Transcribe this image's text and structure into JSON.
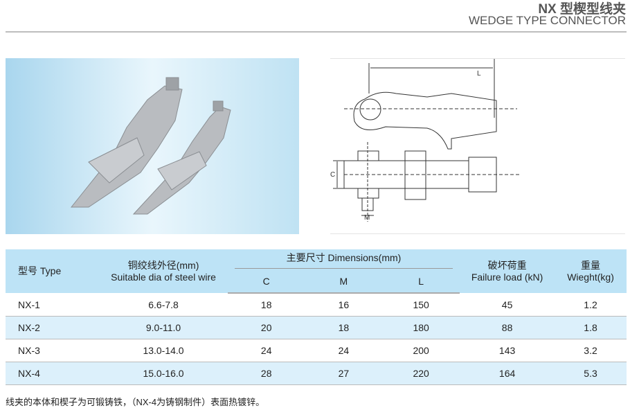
{
  "header": {
    "title_cn": "NX 型楔型线夹",
    "title_en": "WEDGE TYPE CONNECTOR"
  },
  "drawing": {
    "label_l": "L",
    "label_c": "C",
    "label_m": "M"
  },
  "table": {
    "col_type": "型号 Type",
    "col_wire_cn": "铜绞线外径(mm)",
    "col_wire_en": "Suitable dia of steel wire",
    "col_dim": "主要尺寸 Dimensions(mm)",
    "col_c": "C",
    "col_m": "M",
    "col_l": "L",
    "col_load_cn": "破坏荷重",
    "col_load_en": "Failure load (kN)",
    "col_weight_cn": "重量",
    "col_weight_en": "Wieght(kg)",
    "rows": [
      [
        "NX-1",
        "6.6-7.8",
        "18",
        "16",
        "150",
        "45",
        "1.2"
      ],
      [
        "NX-2",
        "9.0-11.0",
        "20",
        "18",
        "180",
        "88",
        "1.8"
      ],
      [
        "NX-3",
        "13.0-14.0",
        "24",
        "24",
        "200",
        "143",
        "3.2"
      ],
      [
        "NX-4",
        "15.0-16.0",
        "28",
        "27",
        "220",
        "164",
        "5.3"
      ]
    ]
  },
  "note": "线夹的本体和楔子为可锻铸铁，（NX-4为铸钢制件）表面热镀锌。"
}
